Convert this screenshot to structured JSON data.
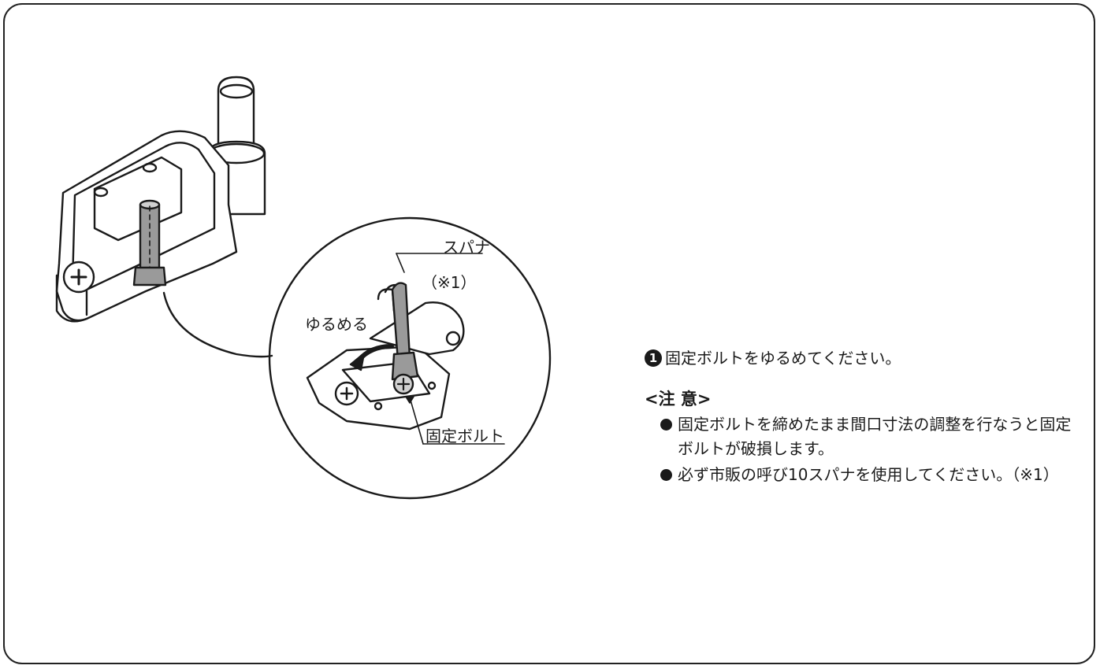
{
  "labels": {
    "spanner": "スパナ",
    "spanner_note": "（※1）",
    "loosen": "ゆるめる",
    "fixing_bolt": "固定ボルト"
  },
  "instructions": {
    "step_number": "1",
    "step_text": "固定ボルトをゆるめてください。",
    "caution_title": "<注 意>",
    "caution_items": [
      "固定ボルトを締めたまま間口寸法の調整を行なうと固定ボルトが破損します。",
      "必ず市販の呼び10スパナを使用してください。（※1）"
    ]
  },
  "colors": {
    "line": "#1a1a1a",
    "shade": "#9a9a9a",
    "light_shade": "#d0d0d0"
  }
}
